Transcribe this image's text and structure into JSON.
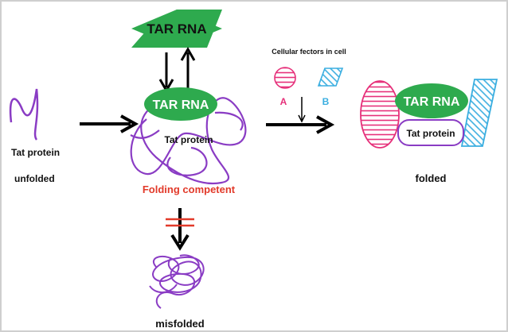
{
  "diagram": {
    "top_box_label": "TAR RNA",
    "center_box_label": "TAR RNA",
    "center_protein_label": "Tat protein",
    "left_protein_label": "Tat protein",
    "left_state_label": "unfolded",
    "competent_label": "Folding competent",
    "cellular_factors_label": "Cellular fectors in cell",
    "factor_a_label": "A",
    "factor_b_label": "B",
    "right_rna_label": "TAR RNA",
    "right_protein_label": "Tat protein",
    "right_state_label": "folded",
    "misfolded_label": "misfolded"
  },
  "colors": {
    "green": "#2eaa4e",
    "purple": "#8a3cc4",
    "pink": "#e6307a",
    "cyan": "#3aaee0",
    "red": "#e23a2a",
    "arrow": "#000000"
  }
}
